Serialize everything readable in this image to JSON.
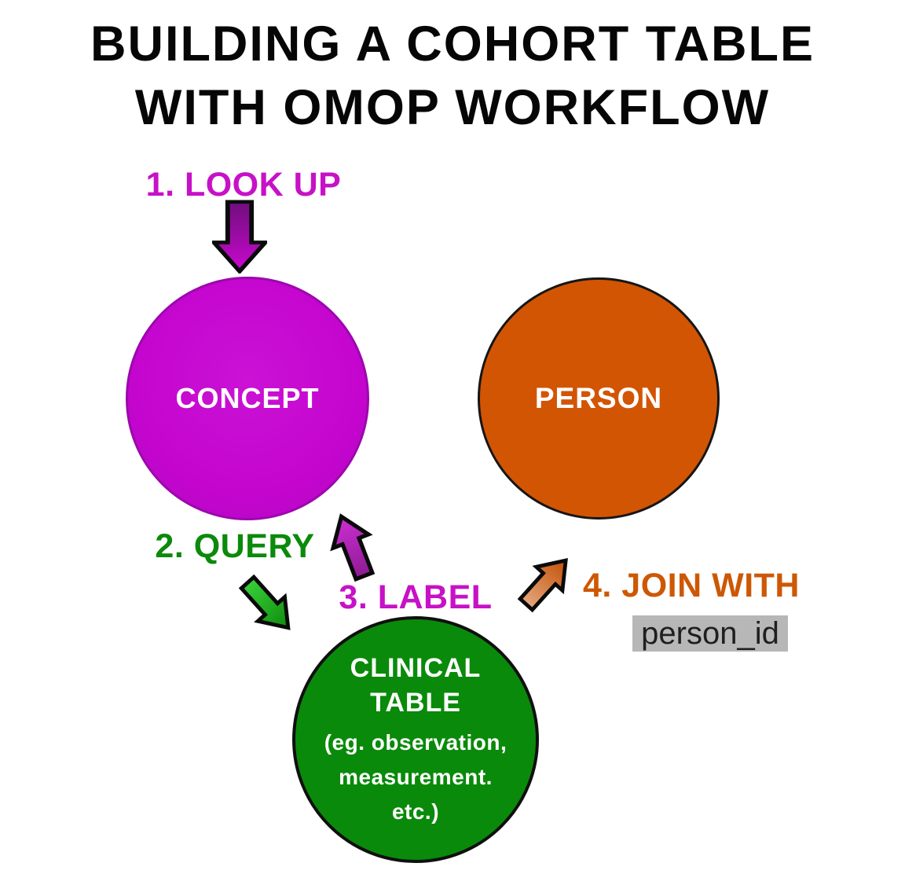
{
  "title": {
    "line1": "BUILDING A COHORT TABLE",
    "line2": "WITH OMOP WORKFLOW"
  },
  "steps": {
    "look_up": {
      "label": "1. LOOK UP",
      "color": "#c711c7"
    },
    "query": {
      "label": "2. QUERY",
      "color": "#0b8a0b"
    },
    "label": {
      "label": "3. LABEL",
      "color": "#c711c7"
    },
    "join_with": {
      "label": "4. JOIN WITH",
      "color": "#cd5804",
      "join_key": "person_id",
      "join_key_bg": "#b7b7b7"
    }
  },
  "nodes": {
    "concept": {
      "label": "CONCEPT",
      "fill": "#c405ce",
      "text_color": "#ffffff"
    },
    "person": {
      "label": "PERSON",
      "fill": "#d25503",
      "text_color": "#ffffff"
    },
    "clinical_table": {
      "title_line1": "CLINICAL",
      "title_line2": "TABLE",
      "sublines": [
        "(eg. observation,",
        "measurement.",
        "etc.)"
      ],
      "fill": "#0a8a0a",
      "text_color": "#ffffff"
    }
  },
  "arrows": {
    "look_up_arrow": {
      "direction": "down",
      "color_tail": "#6f0e7c",
      "color_tip": "#cb08d0"
    },
    "query_arrow": {
      "direction": "down-right",
      "color_tail": "#38cf38",
      "color_tip": "#0e8c0e"
    },
    "label_arrow": {
      "direction": "up-left",
      "color_tail": "#8e1b94",
      "color_tip": "#cd2fd2"
    },
    "join_arrow": {
      "direction": "up-right",
      "color_tail": "#e5a67c",
      "color_tip": "#c35106"
    }
  }
}
